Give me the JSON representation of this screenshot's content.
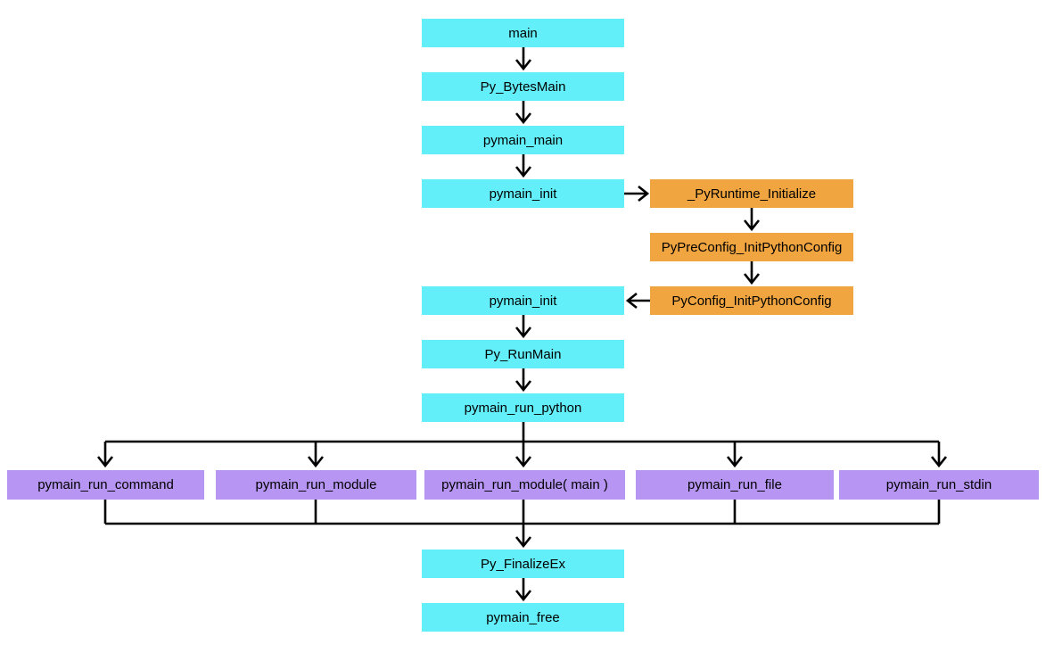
{
  "diagram": {
    "background_color": "#ffffff",
    "colors": {
      "main_flow_box": "#63EFF9",
      "config_init_box": "#F0A540",
      "run_variant_box": "#B795F2",
      "connector_line": "#000000",
      "text": "#000000"
    },
    "nodes": {
      "main": "main",
      "py_bytes_main": "Py_BytesMain",
      "pymain_main": "pymain_main",
      "pymain_init_1": "pymain_init",
      "py_runtime_initialize": "_PyRuntime_Initialize",
      "pypreconfig_initpythonconfig": "PyPreConfig_InitPythonConfig",
      "pyconfig_initpythonconfig": "PyConfig_InitPythonConfig",
      "pymain_init_2": "pymain_init",
      "py_runmain": "Py_RunMain",
      "pymain_run_python": "pymain_run_python",
      "pymain_run_command": "pymain_run_command",
      "pymain_run_module": "pymain_run_module",
      "pymain_run_module_main": "pymain_run_module( main )",
      "pymain_run_file": "pymain_run_file",
      "pymain_run_stdin": "pymain_run_stdin",
      "py_finalizeex": "Py_FinalizeEx",
      "pymain_free": "pymain_free"
    },
    "edges": [
      {
        "from": "main",
        "to": "py_bytes_main"
      },
      {
        "from": "py_bytes_main",
        "to": "pymain_main"
      },
      {
        "from": "pymain_main",
        "to": "pymain_init_1"
      },
      {
        "from": "pymain_init_1",
        "to": "py_runtime_initialize"
      },
      {
        "from": "py_runtime_initialize",
        "to": "pypreconfig_initpythonconfig"
      },
      {
        "from": "pypreconfig_initpythonconfig",
        "to": "pyconfig_initpythonconfig"
      },
      {
        "from": "pyconfig_initpythonconfig",
        "to": "pymain_init_2"
      },
      {
        "from": "pymain_init_2",
        "to": "py_runmain"
      },
      {
        "from": "py_runmain",
        "to": "pymain_run_python"
      },
      {
        "from": "pymain_run_python",
        "to": "pymain_run_command"
      },
      {
        "from": "pymain_run_python",
        "to": "pymain_run_module"
      },
      {
        "from": "pymain_run_python",
        "to": "pymain_run_module_main"
      },
      {
        "from": "pymain_run_python",
        "to": "pymain_run_file"
      },
      {
        "from": "pymain_run_python",
        "to": "pymain_run_stdin"
      },
      {
        "from": "pymain_run_command",
        "to": "py_finalizeex"
      },
      {
        "from": "pymain_run_module",
        "to": "py_finalizeex"
      },
      {
        "from": "pymain_run_module_main",
        "to": "py_finalizeex"
      },
      {
        "from": "pymain_run_file",
        "to": "py_finalizeex"
      },
      {
        "from": "pymain_run_stdin",
        "to": "py_finalizeex"
      },
      {
        "from": "py_finalizeex",
        "to": "pymain_free"
      }
    ]
  }
}
